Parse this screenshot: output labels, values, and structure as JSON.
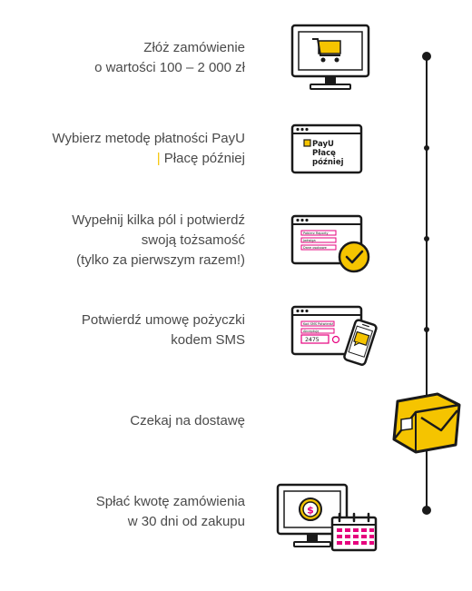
{
  "steps": [
    {
      "line1": "Złóż zamówienie",
      "line2": "o wartości 100 – 2 000 zł",
      "icon": "shopping-cart-monitor-icon"
    },
    {
      "line1": "Wybierz metodę płatności PayU",
      "line2_sep": "|",
      "line2_rest": " Płacę później",
      "icon": "payu-browser-window-icon",
      "brand_line1": "PayU",
      "brand_line2": "Płacę",
      "brand_line3": "później"
    },
    {
      "line1": "Wypełnij kilka pól i potwierdź",
      "line2": "swoją tożsamość",
      "line3": "(tylko za pierwszym razem!)",
      "icon": "form-verified-icon",
      "field1": "Pobierz Raporty",
      "field2": "Jadwiga",
      "field3": "Dane osobowe"
    },
    {
      "line1": "Potwierdź umowę pożyczki",
      "line2": "kodem SMS",
      "icon": "sms-code-phone-icon",
      "field1": "Kod SMS Potwierdź",
      "field2": "Akceptuję",
      "sms_code": "2475"
    },
    {
      "line1": "Czekaj na dostawę",
      "icon": "delivery-box-icon"
    },
    {
      "line1": "Spłać kwotę zamówienia",
      "line2": "w 30 dni od zakupu",
      "icon": "payment-calendar-icon",
      "currency_symbol": "$"
    }
  ],
  "colors": {
    "accent": "#f5c400",
    "pink": "#e6007e",
    "text": "#4a4a4a",
    "line": "#1a1a1a"
  }
}
